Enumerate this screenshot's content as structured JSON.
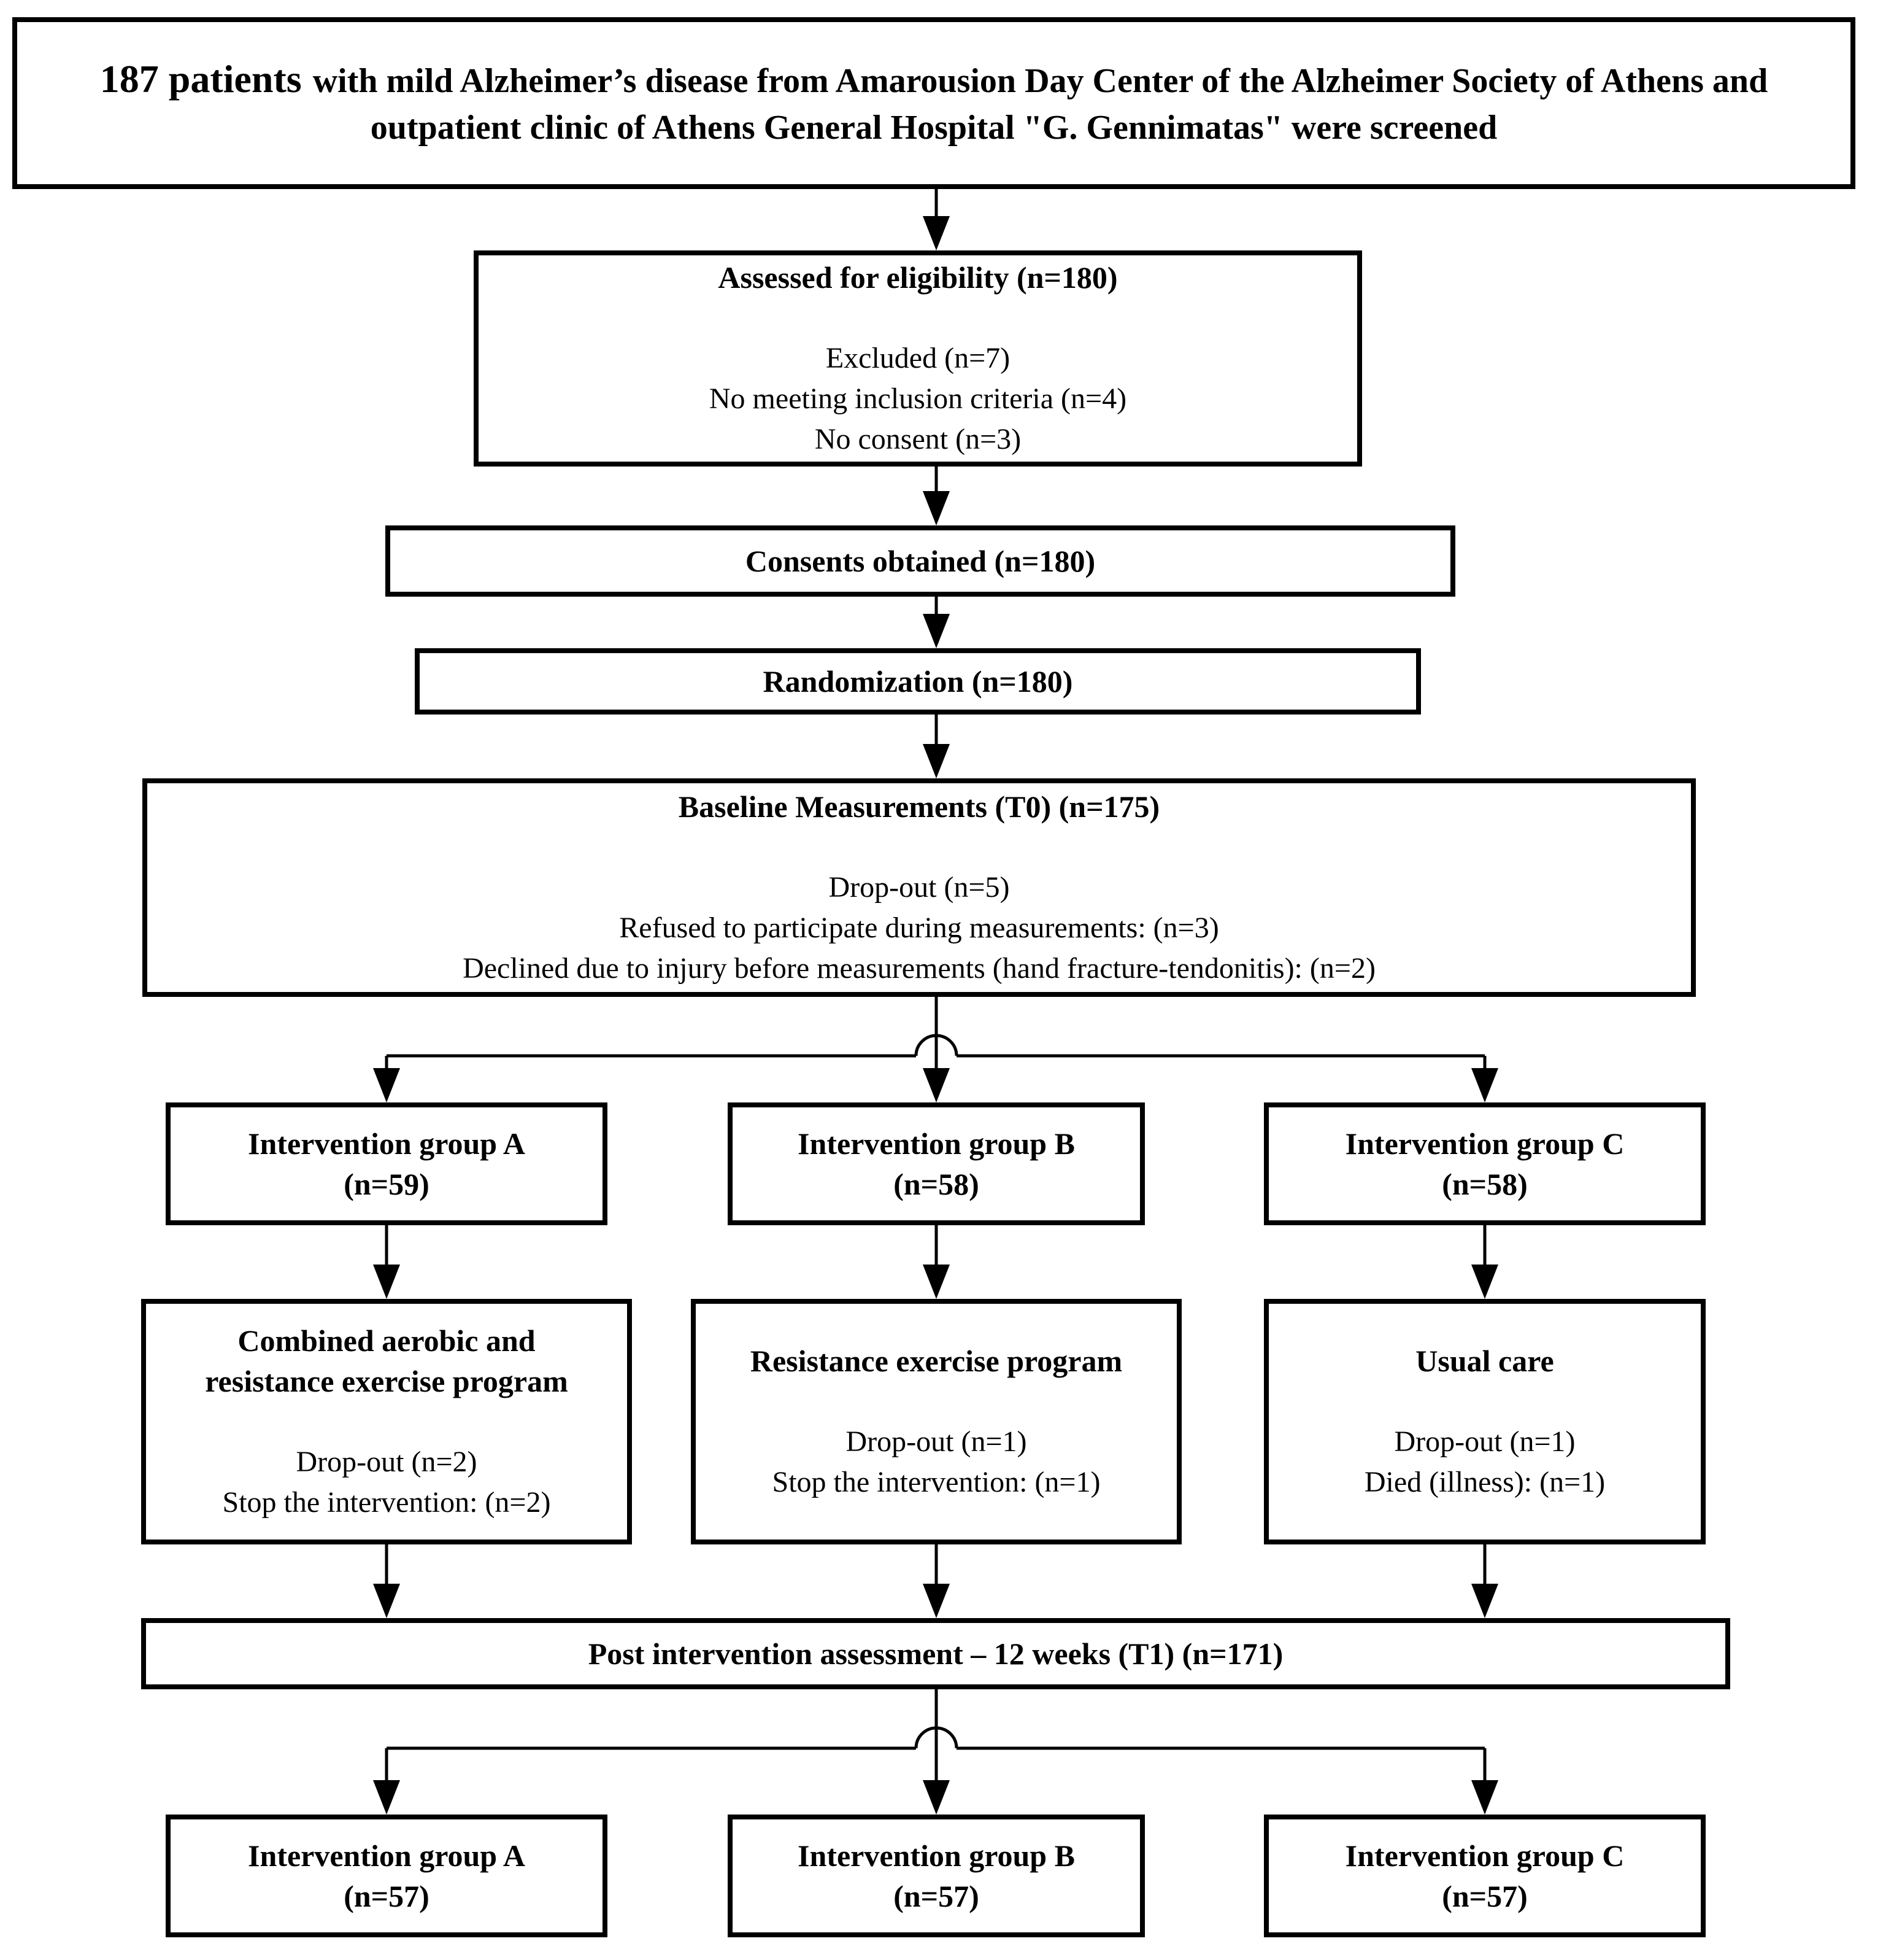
{
  "diagram": {
    "colors": {
      "ink": "#000000",
      "background": "#ffffff"
    },
    "screened": {
      "lead": "187 patients",
      "line1_rest": "with mild Alzheimer’s disease from Amarousion Day Center of the Alzheimer Society of Athens and",
      "line2": "outpatient clinic of Athens General Hospital \"G. Gennimatas\" were screened"
    },
    "assessed": {
      "title": "Assessed for eligibility (n=180)",
      "details": [
        "Excluded (n=7)",
        "No meeting inclusion criteria (n=4)",
        "No consent (n=3)"
      ]
    },
    "consents": {
      "title": "Consents obtained (n=180)"
    },
    "randomization": {
      "title": "Randomization (n=180)"
    },
    "baseline": {
      "title": "Baseline Measurements (T0) (n=175)",
      "details": [
        "Drop-out (n=5)",
        "Refused to participate during measurements: (n=3)",
        "Declined due to injury before measurements (hand fracture-tendonitis): (n=2)"
      ]
    },
    "groups_allocated": [
      {
        "title": "Intervention group A",
        "n": "(n=59)"
      },
      {
        "title": "Intervention group B",
        "n": "(n=58)"
      },
      {
        "title": "Intervention group C",
        "n": "(n=58)"
      }
    ],
    "programs": [
      {
        "title_lines": [
          "Combined aerobic and",
          "resistance exercise program"
        ],
        "details": [
          "Drop-out (n=2)",
          "Stop the intervention: (n=2)"
        ]
      },
      {
        "title_lines": [
          "Resistance exercise program"
        ],
        "details": [
          "Drop-out (n=1)",
          "Stop the intervention: (n=1)"
        ]
      },
      {
        "title_lines": [
          "Usual care"
        ],
        "details": [
          "Drop-out (n=1)",
          "Died (illness): (n=1)"
        ]
      }
    ],
    "post": {
      "title": "Post intervention assessment – 12 weeks (T1) (n=171)"
    },
    "groups_final": [
      {
        "title": "Intervention group A",
        "n": "(n=57)"
      },
      {
        "title": "Intervention group B",
        "n": "(n=57)"
      },
      {
        "title": "Intervention group C",
        "n": "(n=57)"
      }
    ]
  }
}
